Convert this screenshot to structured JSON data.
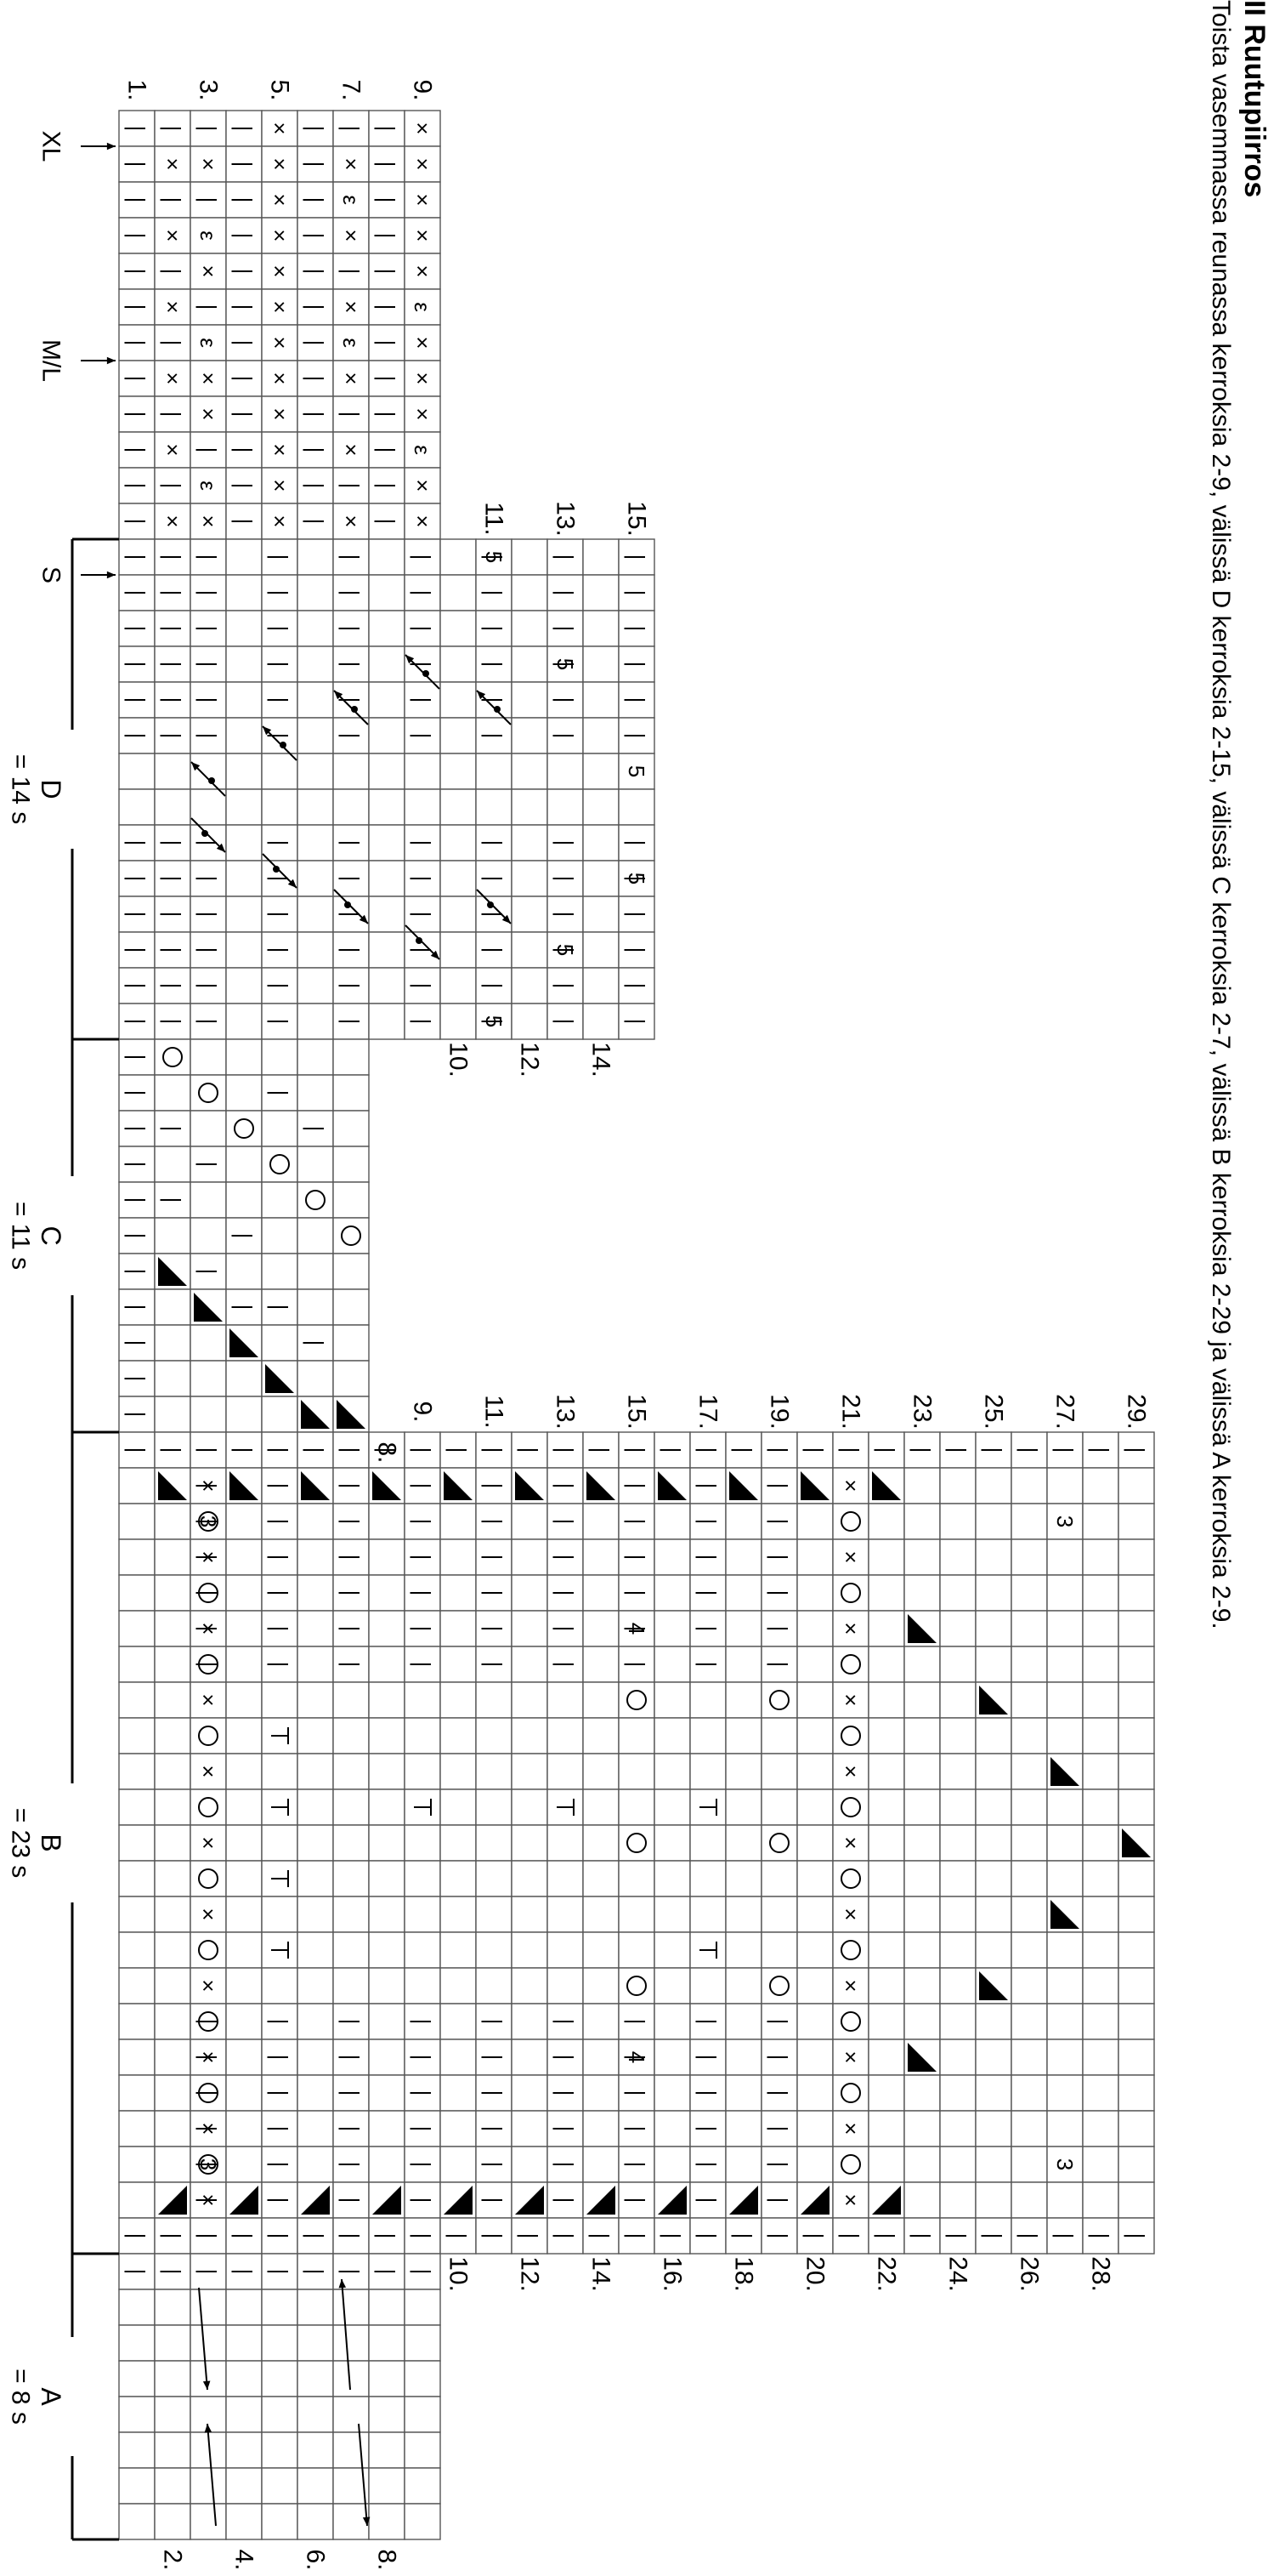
{
  "header": {
    "title": "II Ruutupiirros",
    "instruction": "Toista vasemmassa reunassa kerroksia 2-9, välissä D kerroksia 2-15, välissä C kerroksia 2-7, välissä B kerroksia 2-29 ja välissä A kerroksia 2-9."
  },
  "sections": [
    {
      "key": "E",
      "label": "",
      "width_label": "",
      "cols": 12,
      "rows": 9
    },
    {
      "key": "D",
      "label": "D",
      "width_label": "= 14 s",
      "cols": 14,
      "rows": 15
    },
    {
      "key": "C",
      "label": "C",
      "width_label": "= 11 s",
      "cols": 11,
      "rows": 7
    },
    {
      "key": "B",
      "label": "B",
      "width_label": "= 23 s",
      "cols": 23,
      "rows": 29
    },
    {
      "key": "A",
      "label": "A",
      "width_label": "= 8 s",
      "cols": 8,
      "rows": 9
    }
  ],
  "size_markers": [
    "XL",
    "M/L",
    "S"
  ],
  "row_numbers": {
    "E": [
      "1.",
      "3.",
      "5.",
      "7.",
      "9."
    ],
    "D_odd": [
      "11.",
      "13.",
      "15."
    ],
    "D_even": [
      "10.",
      "12.",
      "14."
    ],
    "C_even": [
      "8."
    ],
    "B_odd": [
      "9.",
      "11.",
      "13.",
      "15.",
      "17.",
      "19.",
      "21.",
      "23.",
      "25.",
      "27.",
      "29."
    ],
    "B_even": [
      "10.",
      "12.",
      "14.",
      "16.",
      "18.",
      "20.",
      "22.",
      "24.",
      "26.",
      "28."
    ],
    "A_even": [
      "2.",
      "4.",
      "6.",
      "8."
    ]
  },
  "symbols": {
    "purl": "|",
    "knit_tbl": "×",
    "yarn_over": "○",
    "three": "3",
    "five": "5",
    "four": "4",
    "bobble": "ε",
    "decrease": "◣",
    "tee": "⊥",
    "cable_dot": "•"
  }
}
